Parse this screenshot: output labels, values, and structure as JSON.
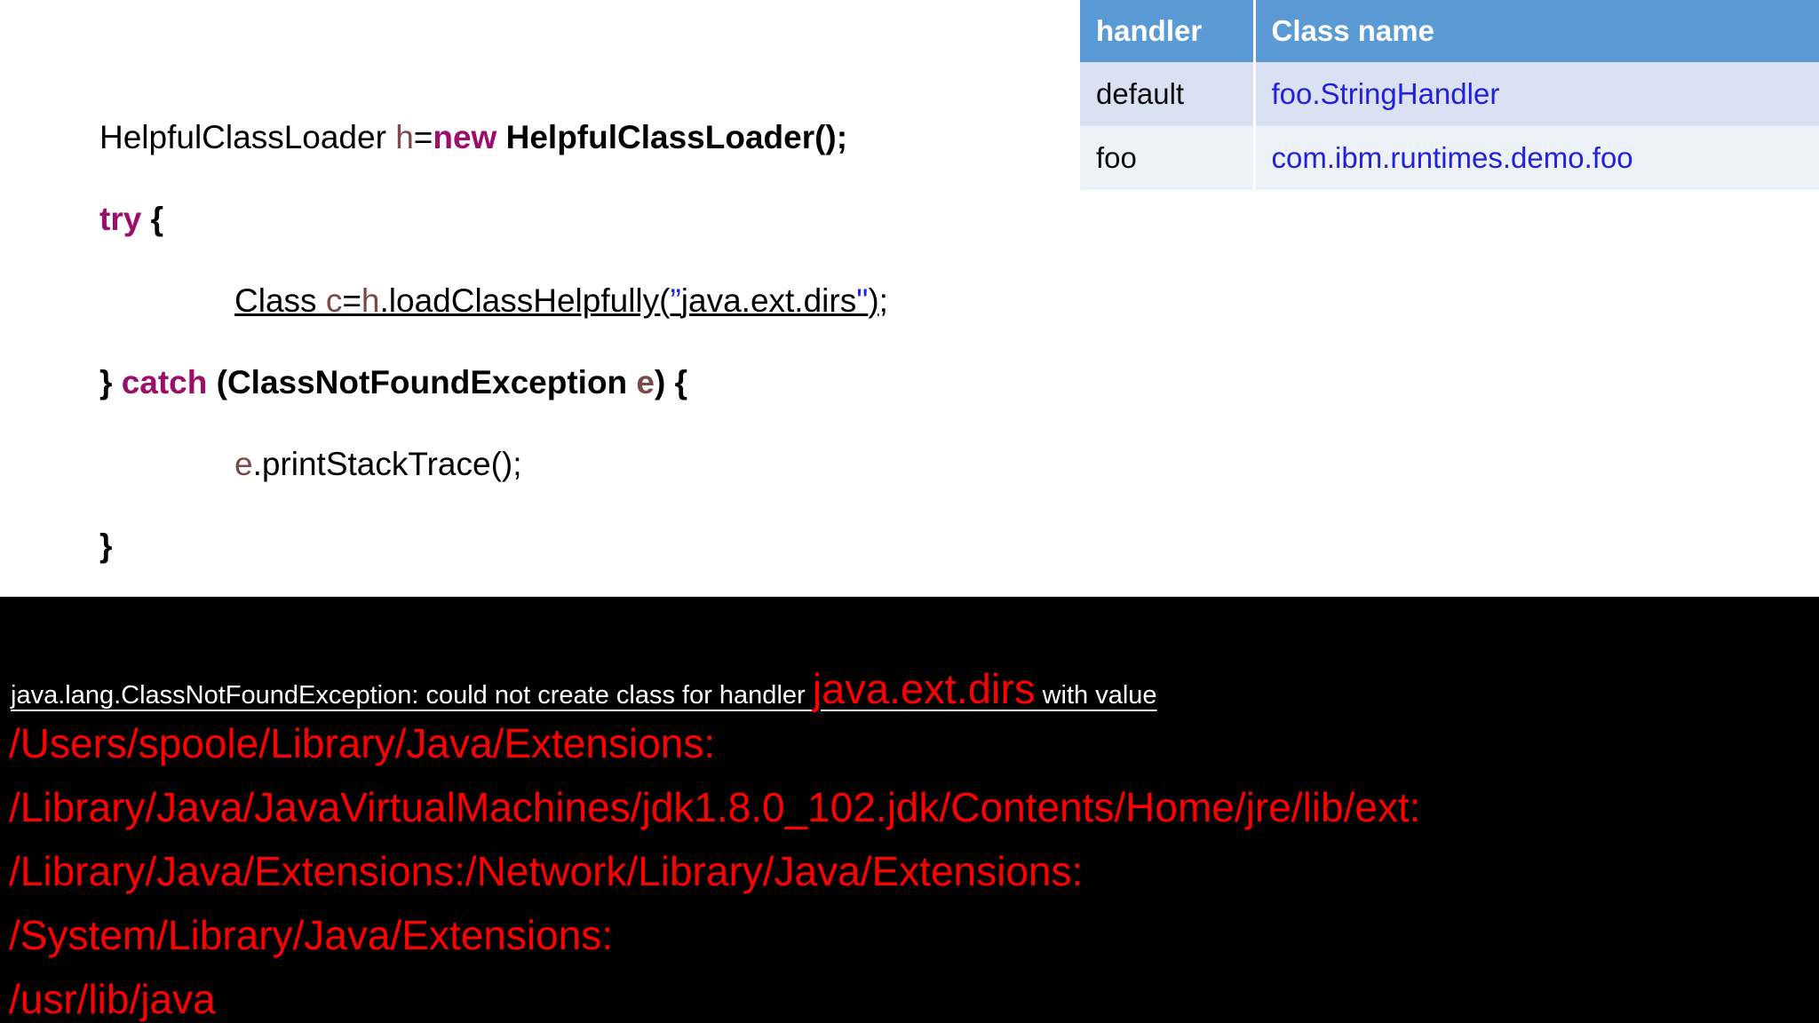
{
  "handler_table": {
    "name": "handler-class-mapping",
    "columns": [
      "handler",
      "Class name"
    ],
    "rows": [
      {
        "handler": "default",
        "class_name": "foo.StringHandler"
      },
      {
        "handler": "foo",
        "class_name": "com.ibm.runtimes.demo.foo"
      }
    ],
    "colors": {
      "header_bg": "#5B9BD5",
      "header_text": "#FFFFFF",
      "row_alt_bg": "#D9E1F2",
      "row_plain_bg": "#EDF2F9",
      "class_text": "#2222DD"
    }
  },
  "code": {
    "line1": {
      "p1": "HelpfulClassLoader ",
      "p2": "h",
      "p3": "=",
      "p4": "new",
      "p5": " HelpfulClassLoader();"
    },
    "line2": {
      "p1": "try",
      "p2": " {"
    },
    "line3": {
      "p1": "Class ",
      "p2": "c",
      "p3": "=",
      "p4": "h",
      "p5": ".loadClassHelpfully(",
      "p6": "”",
      "p7": "java.ext.dirs",
      "p8": "\"",
      "p9": ");"
    },
    "line4": {
      "p1": "} ",
      "p2": "catch",
      "p3": " (ClassNotFoundException ",
      "p4": "e",
      "p5": ") {"
    },
    "line5": {
      "p1": "e",
      "p2": ".printStackTrace();"
    },
    "line6": {
      "p1": "}"
    },
    "colors": {
      "keyword": "#9B0F6B",
      "variable": "#7B4B4B",
      "string_quote": "#2222EE",
      "plain": "#000000"
    }
  },
  "console": {
    "background": "#000000",
    "text_color": "#FFFFFF",
    "error_color": "#FF0000",
    "first_line": {
      "prefix": "java.lang.ClassNotFoundException: could not create class for handler ",
      "emphasis": "java.ext.dirs",
      "suffix": " with value"
    },
    "paths": [
      "/Users/spoole/Library/Java/Extensions:",
      "/Library/Java/JavaVirtualMachines/jdk1.8.0_102.jdk/Contents/Home/jre/lib/ext:",
      "/Library/Java/Extensions:/Network/Library/Java/Extensions:",
      "/System/Library/Java/Extensions:",
      "/usr/lib/java"
    ]
  }
}
